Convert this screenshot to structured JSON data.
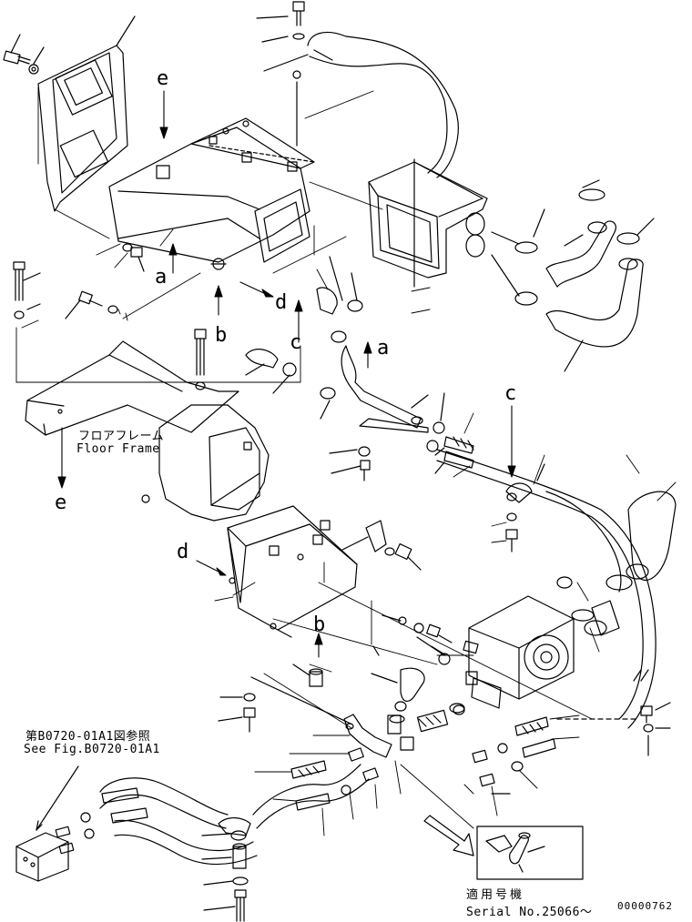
{
  "labels": {
    "callout_a": "a",
    "callout_b": "b",
    "callout_c": "c",
    "callout_d": "d",
    "callout_e": "e",
    "floor_frame_jp": "フロアフレーム",
    "floor_frame_en": "Floor Frame",
    "ref_jp": "第B0720-01A1図参照",
    "ref_en": "See Fig.B0720-01A1",
    "serial_jp": "適用号機",
    "serial_en": "Serial No.25066～",
    "doc_no": "00000762"
  }
}
